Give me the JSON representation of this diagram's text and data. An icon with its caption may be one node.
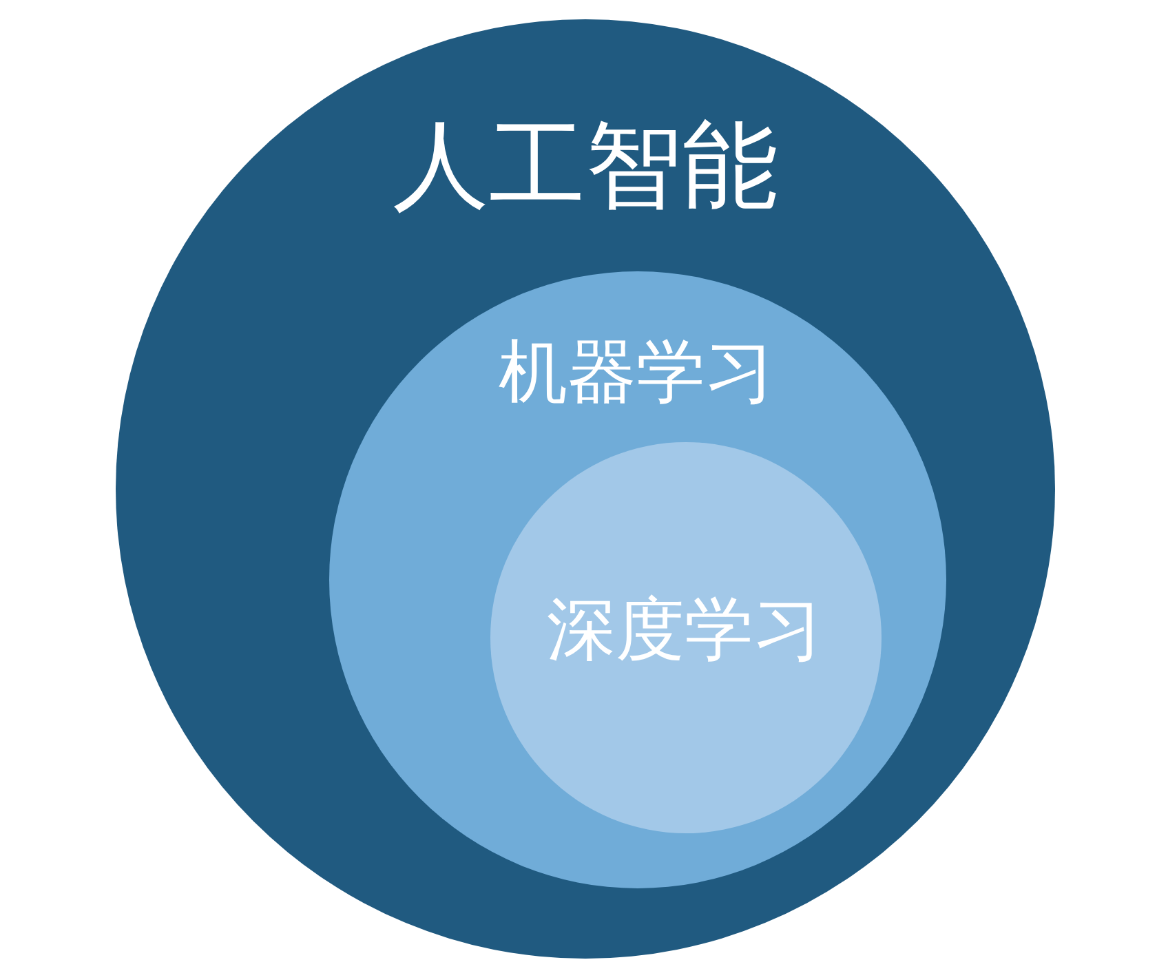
{
  "diagram": {
    "nodes": [
      {
        "text": [
          "人工智能"
        ]
      },
      {
        "text": [
          "机器学习"
        ],
        "in": 0
      },
      {
        "text": [
          "深度学习"
        ],
        "in": 1
      }
    ]
  }
}
